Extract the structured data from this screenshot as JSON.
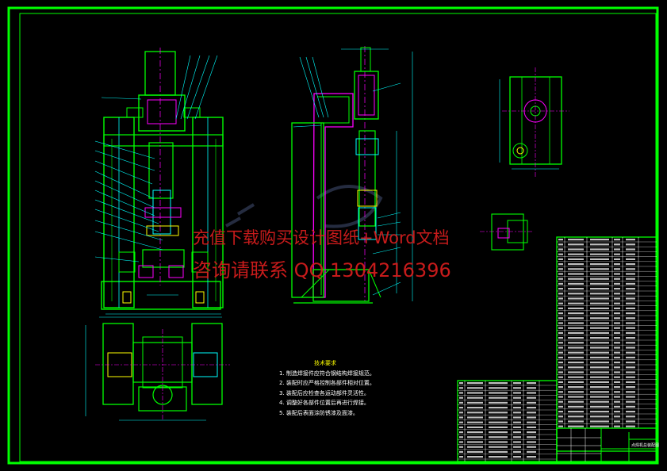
{
  "watermark": {
    "line1": "充值下载购买设计图纸+Word文档",
    "line2": "咨询请联系 QQ 1304216396"
  },
  "technical_notes": {
    "title": "技术要求",
    "items": [
      "1. 制造焊接件应符合钢结构焊接规范。",
      "2. 装配时应严格控制各部件相对位置。",
      "3. 装配后应检查各运动部件灵活性。",
      "4. 调整好各部件位置后再进行焊接。",
      "5. 装配后表面涂防锈漆及面漆。"
    ]
  },
  "title_block": {
    "drawing_name": "点焊机总装配图"
  },
  "colors": {
    "border": "#00ff00",
    "outline": "#00ff00",
    "detail": "#00ffff",
    "accent": "#ff00ff",
    "highlight": "#ffff00",
    "watermark": "#d81e1e",
    "text": "#ffffff"
  }
}
